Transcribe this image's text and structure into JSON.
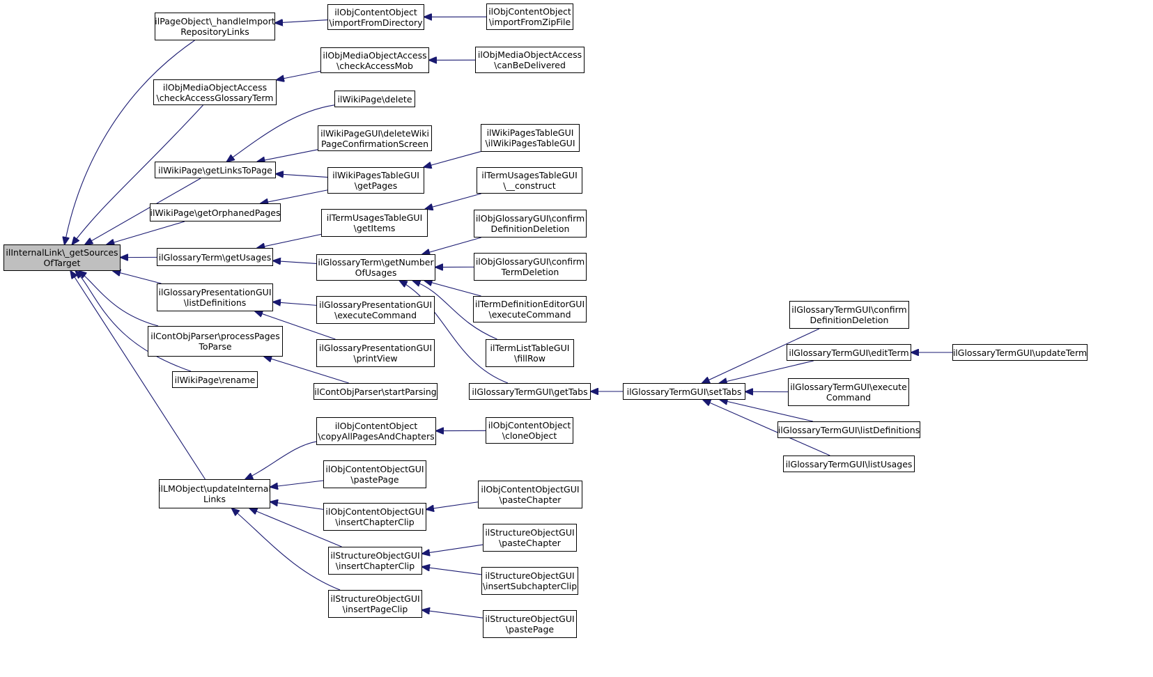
{
  "graph": {
    "edge_color": "#191970",
    "root_fill": "#bfbfbf",
    "nodes": [
      {
        "id": "root",
        "lines": [
          "ilInternalLink\\_getSources",
          "OfTarget"
        ],
        "root": true
      },
      {
        "id": "n1",
        "lines": [
          "ilPageObject\\_handleImport",
          "RepositoryLinks"
        ]
      },
      {
        "id": "n2",
        "lines": [
          "ilObjMediaObjectAccess",
          "\\checkAccessGlossaryTerm"
        ]
      },
      {
        "id": "n3",
        "lines": [
          "ilWikiPage\\getLinksToPage"
        ]
      },
      {
        "id": "n4",
        "lines": [
          "ilWikiPage\\getOrphanedPages"
        ]
      },
      {
        "id": "n5",
        "lines": [
          "ilGlossaryTerm\\getUsages"
        ]
      },
      {
        "id": "n6",
        "lines": [
          "ilGlossaryPresentationGUI",
          "\\listDefinitions"
        ]
      },
      {
        "id": "n7",
        "lines": [
          "ilContObjParser\\processPages",
          "ToParse"
        ]
      },
      {
        "id": "n8",
        "lines": [
          "ilWikiPage\\rename"
        ]
      },
      {
        "id": "n9",
        "lines": [
          "ilLMObject\\updateInternal",
          "Links"
        ]
      },
      {
        "id": "c1",
        "lines": [
          "ilObjContentObject",
          "\\importFromDirectory"
        ]
      },
      {
        "id": "c2",
        "lines": [
          "ilObjMediaObjectAccess",
          "\\checkAccessMob"
        ]
      },
      {
        "id": "c3",
        "lines": [
          "ilWikiPage\\delete"
        ]
      },
      {
        "id": "c4",
        "lines": [
          "ilWikiPageGUI\\deleteWiki",
          "PageConfirmationScreen"
        ]
      },
      {
        "id": "c5",
        "lines": [
          "ilWikiPagesTableGUI",
          "\\getPages"
        ]
      },
      {
        "id": "c6",
        "lines": [
          "ilTermUsagesTableGUI",
          "\\getItems"
        ]
      },
      {
        "id": "c7",
        "lines": [
          "ilGlossaryTerm\\getNumber",
          "OfUsages"
        ]
      },
      {
        "id": "c8",
        "lines": [
          "ilGlossaryPresentationGUI",
          "\\executeCommand"
        ]
      },
      {
        "id": "c9",
        "lines": [
          "ilGlossaryPresentationGUI",
          "\\printView"
        ]
      },
      {
        "id": "c10",
        "lines": [
          "ilContObjParser\\startParsing"
        ]
      },
      {
        "id": "c11",
        "lines": [
          "ilObjContentObject",
          "\\copyAllPagesAndChapters"
        ]
      },
      {
        "id": "c12",
        "lines": [
          "ilObjContentObjectGUI",
          "\\pastePage"
        ]
      },
      {
        "id": "c13",
        "lines": [
          "ilObjContentObjectGUI",
          "\\insertChapterClip"
        ]
      },
      {
        "id": "c14",
        "lines": [
          "ilStructureObjectGUI",
          "\\insertChapterClip"
        ]
      },
      {
        "id": "c15",
        "lines": [
          "ilStructureObjectGUI",
          "\\insertPageClip"
        ]
      },
      {
        "id": "d1",
        "lines": [
          "ilObjContentObject",
          "\\importFromZipFile"
        ]
      },
      {
        "id": "d2",
        "lines": [
          "ilObjMediaObjectAccess",
          "\\canBeDelivered"
        ]
      },
      {
        "id": "d3",
        "lines": [
          "ilWikiPagesTableGUI",
          "\\ilWikiPagesTableGUI"
        ]
      },
      {
        "id": "d4",
        "lines": [
          "ilTermUsagesTableGUI",
          "\\__construct"
        ]
      },
      {
        "id": "d5",
        "lines": [
          "ilObjGlossaryGUI\\confirm",
          "DefinitionDeletion"
        ]
      },
      {
        "id": "d6",
        "lines": [
          "ilObjGlossaryGUI\\confirm",
          "TermDeletion"
        ]
      },
      {
        "id": "d7",
        "lines": [
          "ilTermDefinitionEditorGUI",
          "\\executeCommand"
        ]
      },
      {
        "id": "d8",
        "lines": [
          "ilTermListTableGUI",
          "\\fillRow"
        ]
      },
      {
        "id": "d9",
        "lines": [
          "ilGlossaryTermGUI\\getTabs"
        ]
      },
      {
        "id": "d10",
        "lines": [
          "ilObjContentObject",
          "\\cloneObject"
        ]
      },
      {
        "id": "d11",
        "lines": [
          "ilObjContentObjectGUI",
          "\\pasteChapter"
        ]
      },
      {
        "id": "d12",
        "lines": [
          "ilStructureObjectGUI",
          "\\pasteChapter"
        ]
      },
      {
        "id": "d13",
        "lines": [
          "ilStructureObjectGUI",
          "\\insertSubchapterClip"
        ]
      },
      {
        "id": "d14",
        "lines": [
          "ilStructureObjectGUI",
          "\\pastePage"
        ]
      },
      {
        "id": "e1",
        "lines": [
          "ilGlossaryTermGUI\\setTabs"
        ]
      },
      {
        "id": "f1",
        "lines": [
          "ilGlossaryTermGUI\\confirm",
          "DefinitionDeletion"
        ]
      },
      {
        "id": "f2",
        "lines": [
          "ilGlossaryTermGUI\\editTerm"
        ]
      },
      {
        "id": "f3",
        "lines": [
          "ilGlossaryTermGUI\\execute",
          "Command"
        ]
      },
      {
        "id": "f4",
        "lines": [
          "ilGlossaryTermGUI\\listDefinitions"
        ]
      },
      {
        "id": "f5",
        "lines": [
          "ilGlossaryTermGUI\\listUsages"
        ]
      },
      {
        "id": "g1",
        "lines": [
          "ilGlossaryTermGUI\\updateTerm"
        ]
      }
    ],
    "edges": [
      [
        "n1",
        "root"
      ],
      [
        "n2",
        "root"
      ],
      [
        "n3",
        "root"
      ],
      [
        "n4",
        "root"
      ],
      [
        "n5",
        "root"
      ],
      [
        "n6",
        "root"
      ],
      [
        "n7",
        "root"
      ],
      [
        "n8",
        "root"
      ],
      [
        "n9",
        "root"
      ],
      [
        "c1",
        "n1"
      ],
      [
        "d1",
        "c1"
      ],
      [
        "c2",
        "n2"
      ],
      [
        "d2",
        "c2"
      ],
      [
        "c3",
        "n3"
      ],
      [
        "c4",
        "n3"
      ],
      [
        "c5",
        "n3"
      ],
      [
        "d3",
        "c5"
      ],
      [
        "c5",
        "n4"
      ],
      [
        "c6",
        "n5"
      ],
      [
        "c7",
        "n5"
      ],
      [
        "d4",
        "c6"
      ],
      [
        "d5",
        "c7"
      ],
      [
        "d6",
        "c7"
      ],
      [
        "d7",
        "c7"
      ],
      [
        "d8",
        "c7"
      ],
      [
        "d9",
        "c7"
      ],
      [
        "c8",
        "n6"
      ],
      [
        "c9",
        "n6"
      ],
      [
        "c10",
        "n7"
      ],
      [
        "c11",
        "n9"
      ],
      [
        "c12",
        "n9"
      ],
      [
        "c13",
        "n9"
      ],
      [
        "c14",
        "n9"
      ],
      [
        "c15",
        "n9"
      ],
      [
        "d10",
        "c11"
      ],
      [
        "d11",
        "c13"
      ],
      [
        "d12",
        "c14"
      ],
      [
        "d13",
        "c14"
      ],
      [
        "d14",
        "c15"
      ],
      [
        "e1",
        "d9"
      ],
      [
        "f1",
        "e1"
      ],
      [
        "f2",
        "e1"
      ],
      [
        "f3",
        "e1"
      ],
      [
        "f4",
        "e1"
      ],
      [
        "f5",
        "e1"
      ],
      [
        "g1",
        "f2"
      ]
    ]
  }
}
